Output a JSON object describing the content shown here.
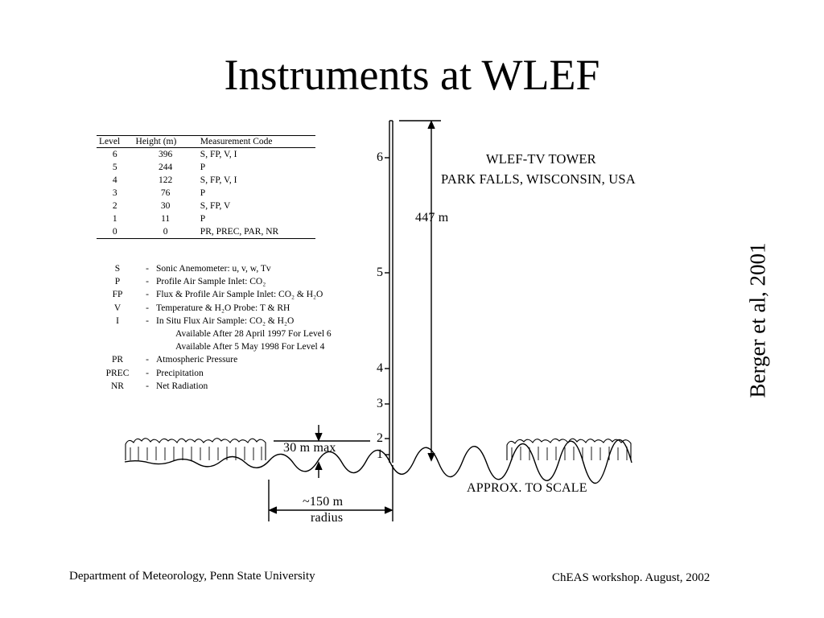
{
  "slide": {
    "title": "Instruments at WLEF",
    "citation": "Berger et al, 2001",
    "footer_left": "Department of Meteorology, Penn State University",
    "footer_right": "ChEAS workshop. August, 2002"
  },
  "level_table": {
    "headers": [
      "Level",
      "Height (m)",
      "Measurement Code"
    ],
    "rows": [
      [
        "6",
        "396",
        "S, FP, V, I"
      ],
      [
        "5",
        "244",
        "P"
      ],
      [
        "4",
        "122",
        "S, FP, V, I"
      ],
      [
        "3",
        "76",
        "P"
      ],
      [
        "2",
        "30",
        "S, FP, V"
      ],
      [
        "1",
        "11",
        "P"
      ],
      [
        "0",
        "0",
        "PR, PREC, PAR, NR"
      ]
    ]
  },
  "legend": [
    {
      "code": "S",
      "dash": "-",
      "desc": "Sonic Anemometer: u, v, w, Tv"
    },
    {
      "code": "P",
      "dash": "-",
      "desc": "Profile Air Sample Inlet: CO₂"
    },
    {
      "code": "FP",
      "dash": "-",
      "desc": "Flux & Profile Air Sample Inlet: CO₂ & H₂O"
    },
    {
      "code": "V",
      "dash": "-",
      "desc": "Temperature & H₂O Probe: T & RH"
    },
    {
      "code": "I",
      "dash": "-",
      "desc": "In Situ Flux Air Sample: CO₂ & H₂O"
    },
    {
      "code": "",
      "dash": "",
      "desc": "Available After 28 April 1997 For Level 6"
    },
    {
      "code": "",
      "dash": "",
      "desc": "Available After 5 May 1998 For Level 4"
    },
    {
      "code": "PR",
      "dash": "-",
      "desc": "Atmospheric Pressure"
    },
    {
      "code": "PREC",
      "dash": "-",
      "desc": "Precipitation"
    },
    {
      "code": "NR",
      "dash": "-",
      "desc": "Net Radiation"
    }
  ],
  "diagram": {
    "tower_title": "WLEF-TV TOWER",
    "tower_location": "PARK FALLS, WISCONSIN, USA",
    "height": "447 m",
    "canopy": "30 m max",
    "radius": "~150 m",
    "radius_unit": "radius",
    "scale_note": "APPROX. TO SCALE",
    "levels": [
      "6",
      "5",
      "4",
      "3",
      "2",
      "1"
    ]
  }
}
